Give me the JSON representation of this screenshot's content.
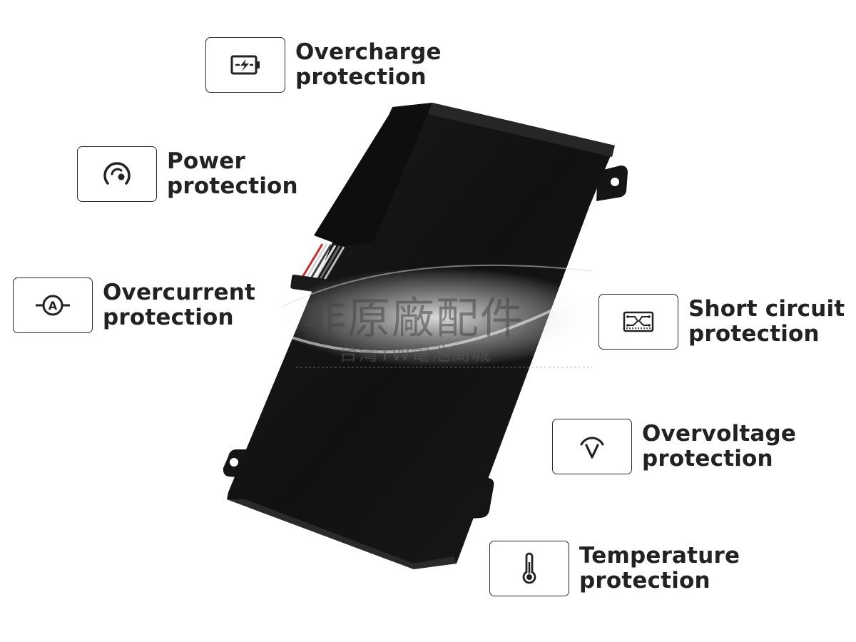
{
  "features": [
    {
      "icon": "battery-charge-icon",
      "line1": "Overcharge",
      "line2": "protection"
    },
    {
      "icon": "gauge-icon",
      "line1": "Power",
      "line2": "protection"
    },
    {
      "icon": "ammeter-icon",
      "line1": "Overcurrent",
      "line2": "protection"
    },
    {
      "icon": "circuit-board-icon",
      "line1": "Short circuit",
      "line2": "protection"
    },
    {
      "icon": "voltmeter-icon",
      "line1": "Overvoltage",
      "line2": "protection"
    },
    {
      "icon": "thermometer-icon",
      "line1": "Temperature",
      "line2": "protection"
    }
  ],
  "watermark": {
    "main": "非原廠配件",
    "sub": "台灣TW電池商城"
  },
  "colors": {
    "text": "#222222",
    "battery": "#141414",
    "border": "#2a2a2a"
  }
}
